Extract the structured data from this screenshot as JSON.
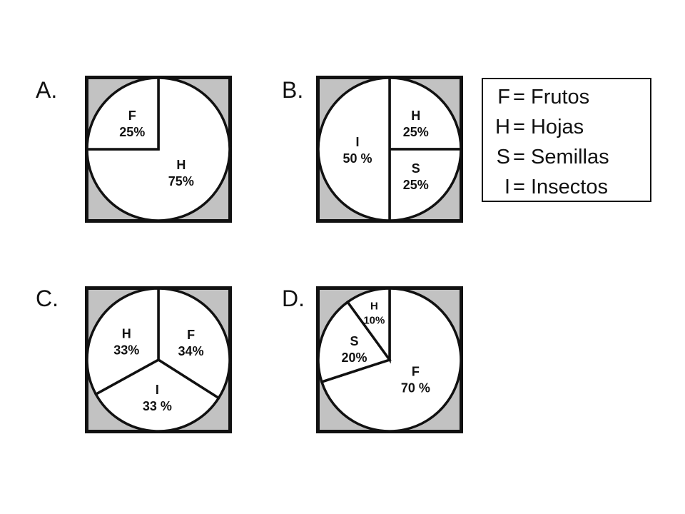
{
  "chart_data": [
    {
      "type": "pie",
      "title": "A.",
      "slices": [
        {
          "key": "H",
          "label": "75%",
          "value": 75
        },
        {
          "key": "F",
          "label": "25%",
          "value": 25
        }
      ]
    },
    {
      "type": "pie",
      "title": "B.",
      "slices": [
        {
          "key": "H",
          "label": "25%",
          "value": 25
        },
        {
          "key": "S",
          "label": "25%",
          "value": 25
        },
        {
          "key": "I",
          "label": "50 %",
          "value": 50
        }
      ]
    },
    {
      "type": "pie",
      "title": "C.",
      "slices": [
        {
          "key": "F",
          "label": "34%",
          "value": 34
        },
        {
          "key": "I",
          "label": "33 %",
          "value": 33
        },
        {
          "key": "H",
          "label": "33%",
          "value": 33
        }
      ]
    },
    {
      "type": "pie",
      "title": "D.",
      "slices": [
        {
          "key": "F",
          "label": "70 %",
          "value": 70
        },
        {
          "key": "S",
          "label": "20%",
          "value": 20
        },
        {
          "key": "H",
          "label": "10%",
          "value": 10
        }
      ]
    }
  ],
  "legend": [
    {
      "key": "F",
      "text": "= Frutos"
    },
    {
      "key": "H",
      "text": "= Hojas"
    },
    {
      "key": "S",
      "text": "= Semillas"
    },
    {
      "key": "I",
      "text": "= Insectos"
    }
  ],
  "colors": {
    "corner": "#c2c2c2",
    "line": "#111111",
    "slice": "#ffffff"
  }
}
